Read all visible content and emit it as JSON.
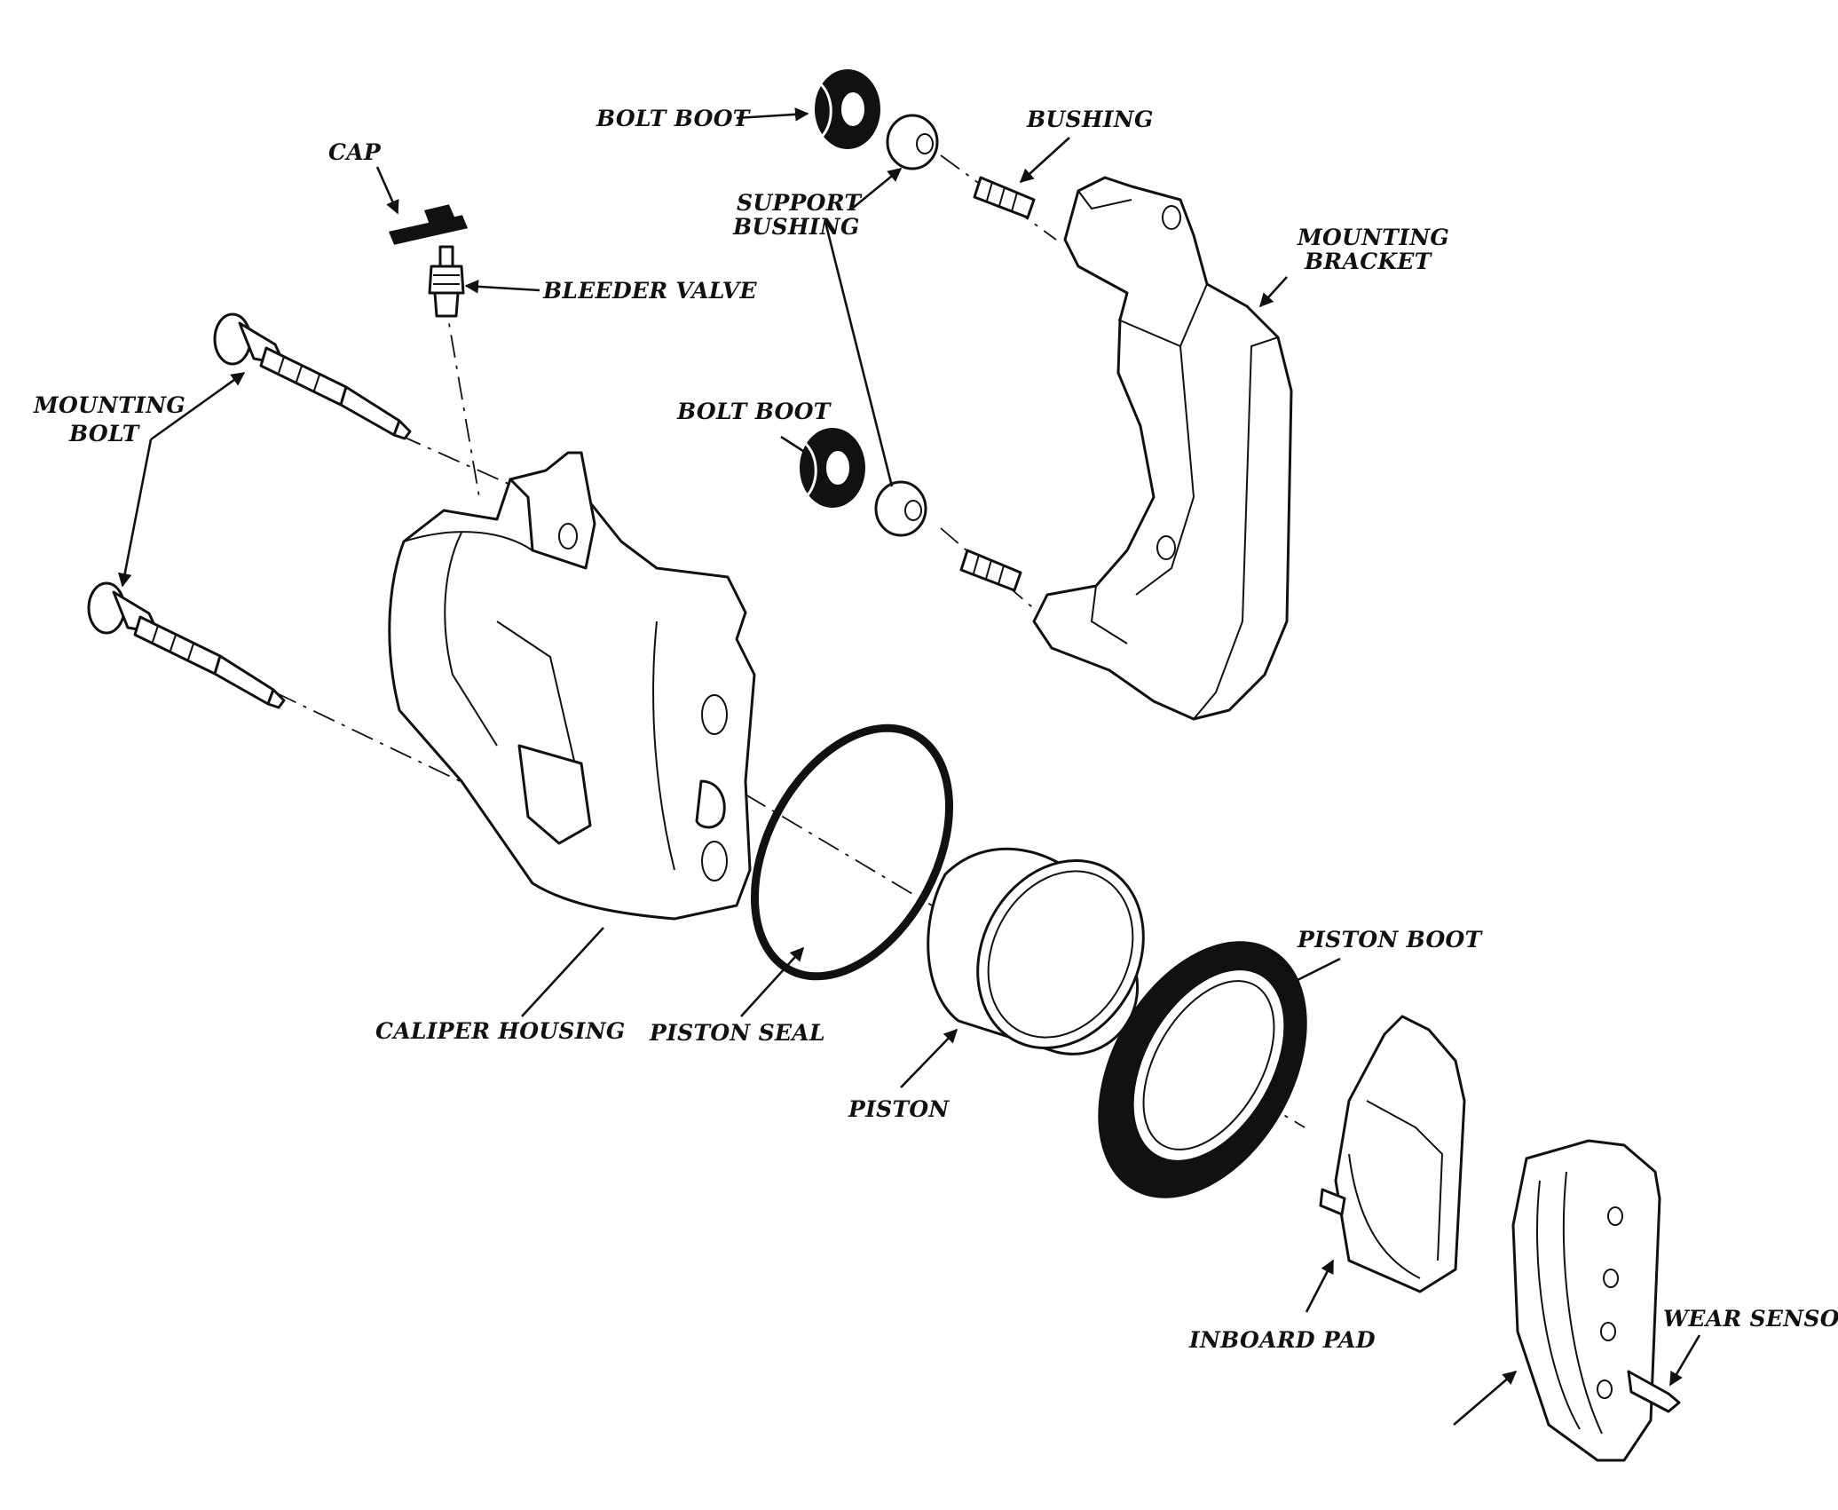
{
  "labels": {
    "cap": "CAP",
    "bleeder_valve": "BLEEDER VALVE",
    "mounting_bolt_line1": "MOUNTING",
    "mounting_bolt_line2": "BOLT",
    "bolt_boot_top": "BOLT BOOT",
    "support_bushing_line1": "SUPPORT",
    "support_bushing_line2": "BUSHING",
    "bushing": "BUSHING",
    "mounting_bracket_line1": "MOUNTING",
    "mounting_bracket_line2": "BRACKET",
    "bolt_boot_middle": "BOLT BOOT",
    "caliper_housing": "CALIPER HOUSING",
    "piston_seal": "PISTON SEAL",
    "piston": "PISTON",
    "piston_boot": "PISTON BOOT",
    "inboard_pad": "INBOARD PAD",
    "wear_sensor": "WEAR SENSOR"
  },
  "colors": {
    "ink": "#111111",
    "paper": "#ffffff"
  }
}
